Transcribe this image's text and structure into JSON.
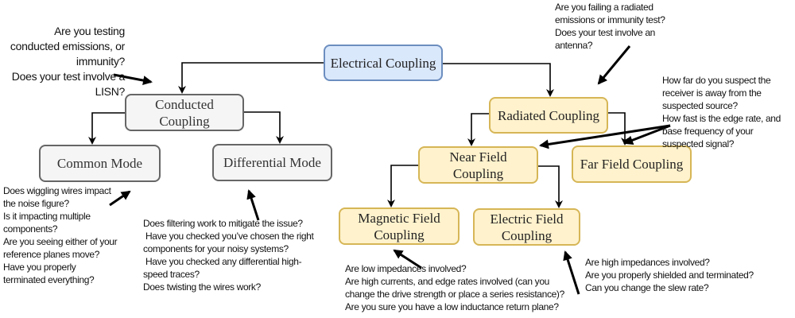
{
  "nodes": {
    "electrical": "Electrical Coupling",
    "conducted": "Conducted Coupling",
    "common_mode": "Common Mode",
    "differential_mode": "Differential Mode",
    "radiated": "Radiated Coupling",
    "near_field": "Near Field Coupling",
    "far_field": "Far Field Coupling",
    "magnetic_field": "Magnetic Field Coupling",
    "electric_field": "Electric Field Coupling"
  },
  "notes": {
    "conducted": [
      "Are you testing",
      "conducted emissions, or",
      "immunity?",
      "Does your test involve a",
      "LISN?"
    ],
    "radiated": [
      "Are you failing a radiated",
      "emissions or immunity test?",
      "Does your test involve an",
      "antenna?"
    ],
    "field": [
      "How far do you suspect the",
      "receiver is away from the",
      "suspected source?",
      "How fast is the edge rate, and",
      "base frequency of your",
      "suspected signal?"
    ],
    "common_mode": [
      "Does wiggling wires impact",
      "the noise figure?",
      "Is it impacting multiple",
      "components?",
      "Are you seeing either of your",
      "reference planes move?",
      "Have you properly",
      "terminated everything?"
    ],
    "differential_mode": [
      "Does filtering work to mitigate the issue?",
      " Have you checked you’ve chosen the right",
      "components for your noisy systems?",
      " Have you checked any differential high-",
      "speed traces?",
      "Does twisting the wires work?"
    ],
    "magnetic_field": [
      "Are low impedances involved?",
      "Are high currents, and edge rates involved (can you",
      "change the drive strength or place a series resistance)?",
      "Are you sure you have a low inductance return plane?"
    ],
    "electric_field": [
      "Are high impedances involved?",
      "Are you properly shielded and terminated?",
      "Can you change the slew rate?"
    ]
  },
  "colors": {
    "electrical_fill": "#dae8fc",
    "electrical_border": "#6c8ebf",
    "conducted_fill": "#f5f5f5",
    "conducted_border": "#666666",
    "radiated_fill": "#fff2cc",
    "radiated_border": "#d6b656"
  }
}
